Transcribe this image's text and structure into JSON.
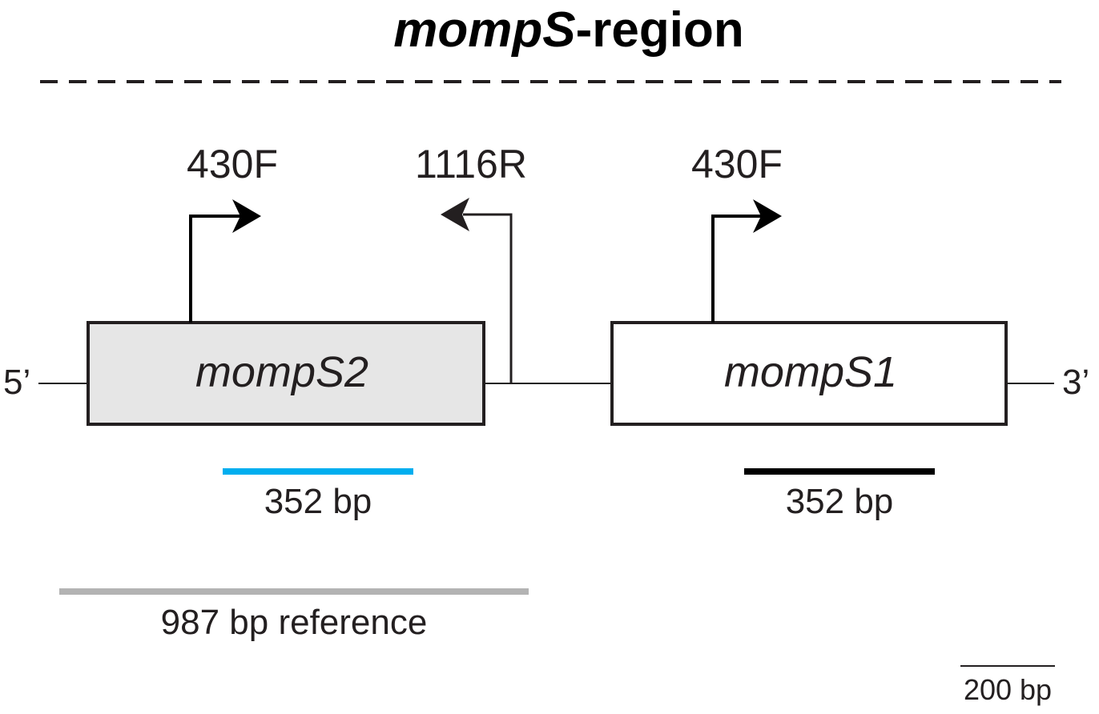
{
  "title": {
    "italic_part": "mompS",
    "normal_part": "-region"
  },
  "primers": [
    {
      "label": "430F",
      "direction": "forward"
    },
    {
      "label": "1116R",
      "direction": "reverse"
    },
    {
      "label": "430F",
      "direction": "forward"
    }
  ],
  "genes": [
    {
      "label": "mompS2",
      "fill": "#e6e6e6"
    },
    {
      "label": "mompS1",
      "fill": "#ffffff"
    }
  ],
  "ends": {
    "five_prime": "5’",
    "three_prime": "3’"
  },
  "amplicons": [
    {
      "label": "352 bp",
      "color": "#00aeef"
    },
    {
      "label": "352 bp",
      "color": "#000000"
    }
  ],
  "reference": {
    "label": "987 bp reference",
    "color": "#b3b3b3"
  },
  "scale_bar": {
    "label": "200 bp"
  },
  "colors": {
    "line": "#231f20",
    "dashed_line": "#231f20"
  }
}
